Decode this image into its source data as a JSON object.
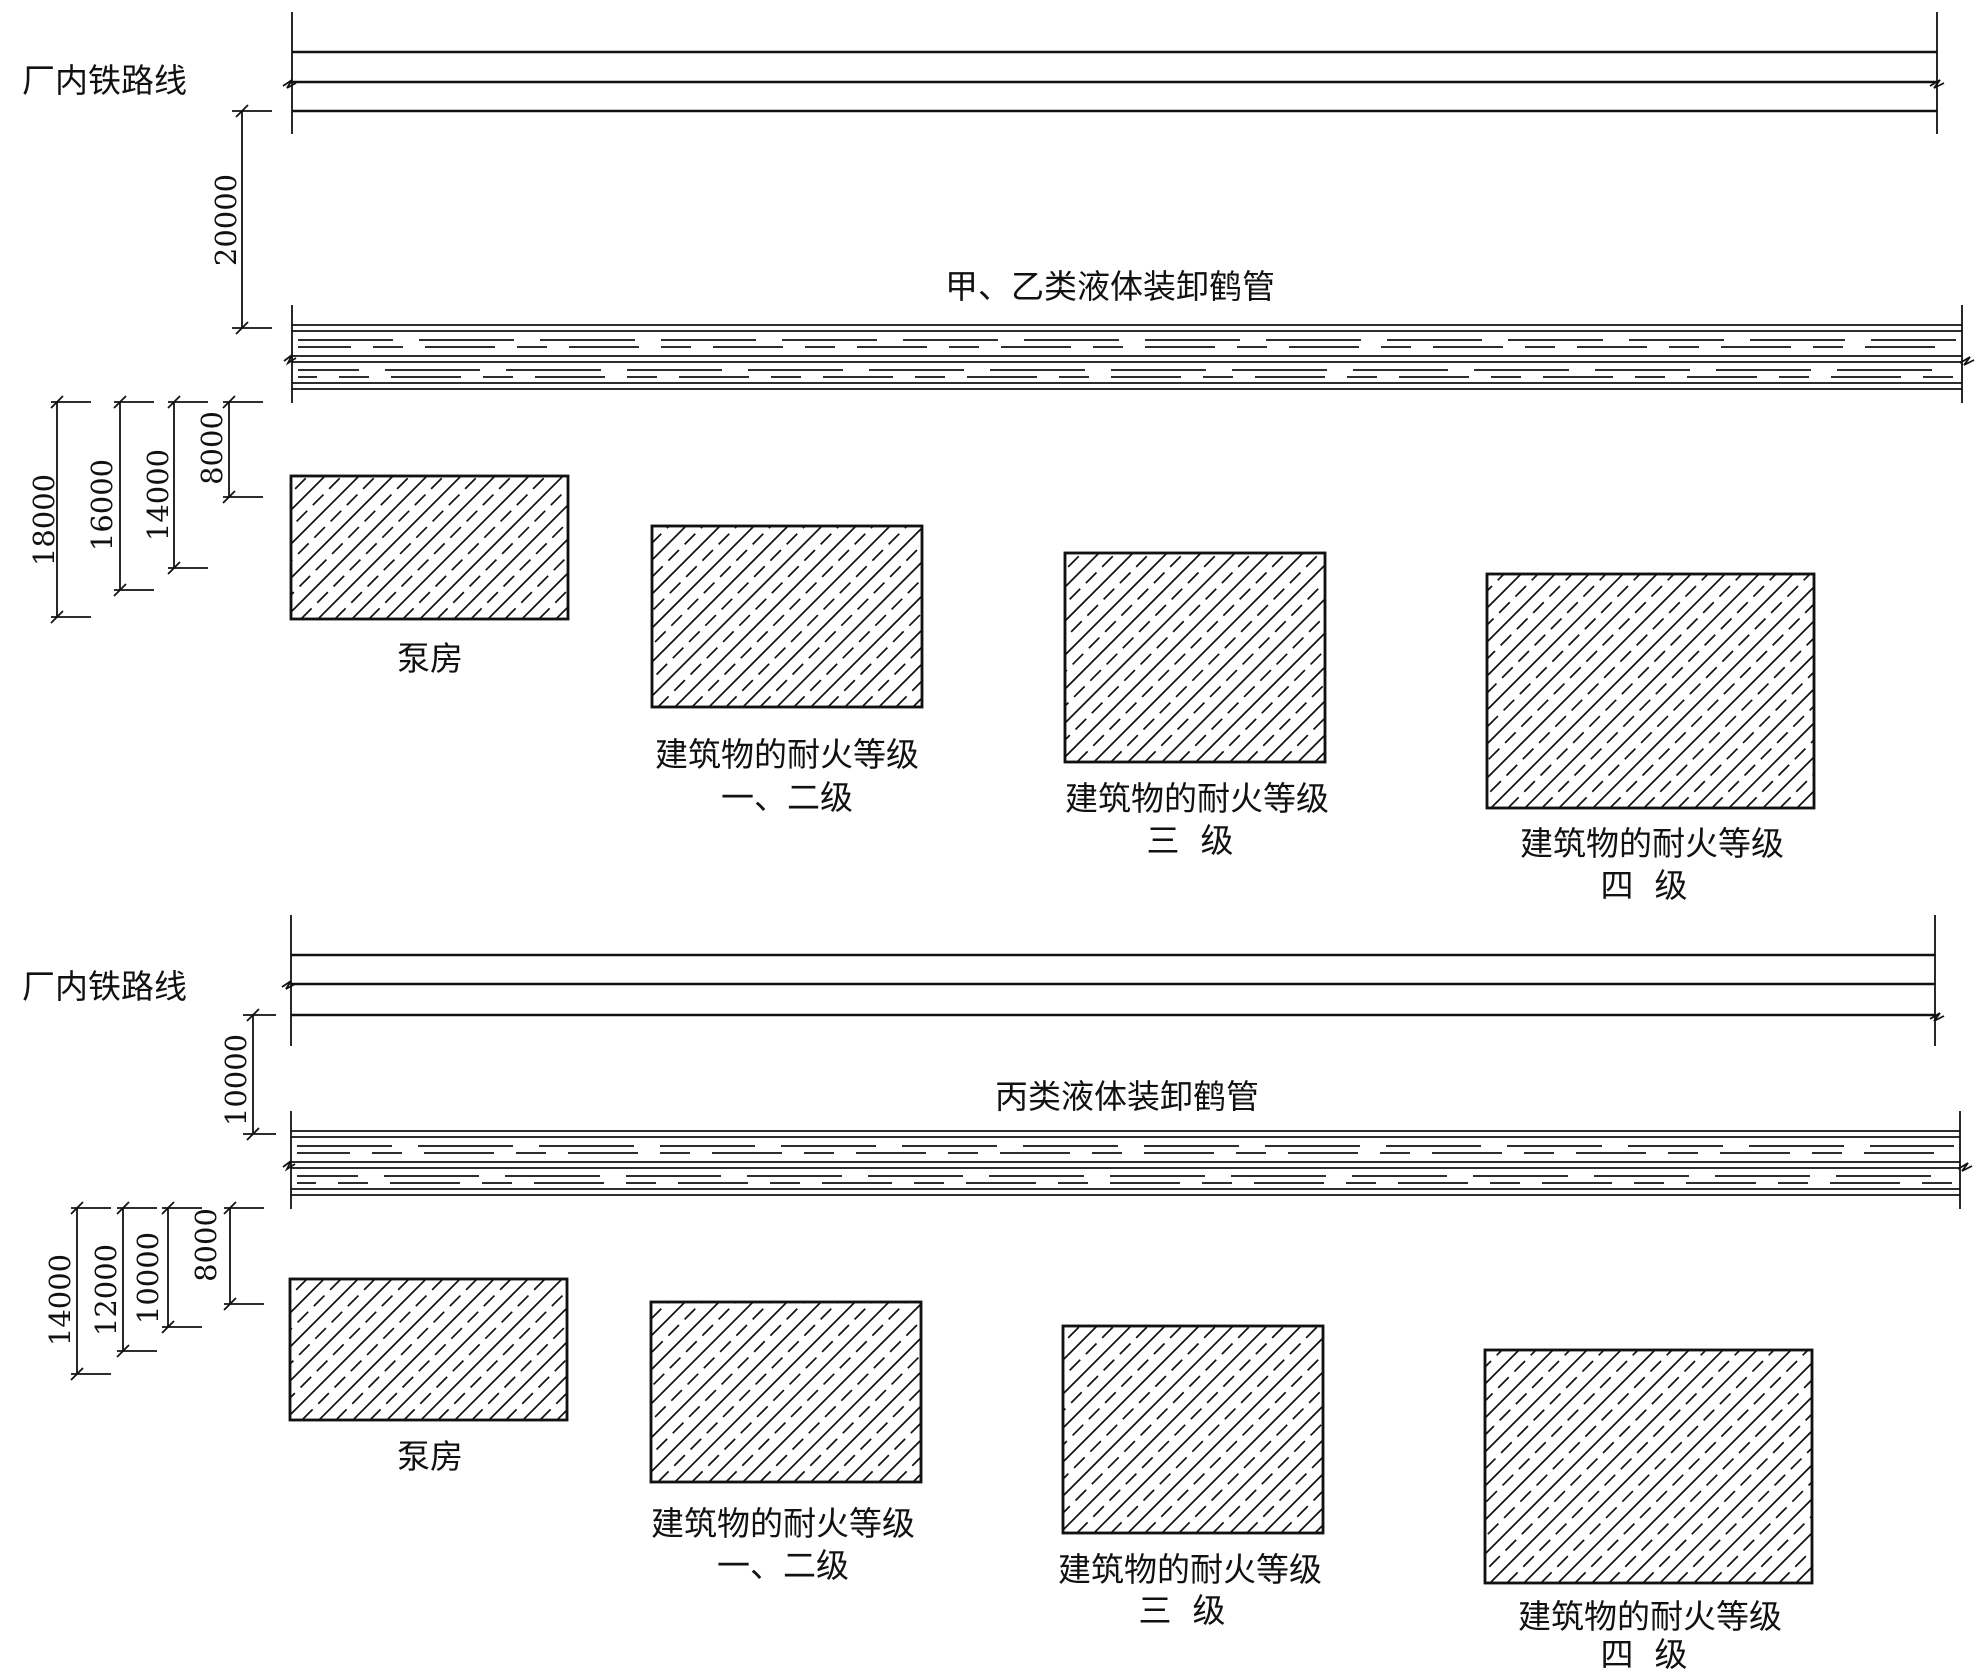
{
  "diagram": {
    "railway_label": "厂内铁路线",
    "pump_house_label": "泵房",
    "building_grade_label": "建筑物的耐火等级",
    "panel_top": {
      "crane_label": "甲、乙类液体装卸鹤管",
      "rail_distance": "20000",
      "grades": [
        "一、二级",
        "三  级",
        "四  级"
      ],
      "distances": [
        "18000",
        "16000",
        "14000",
        "8000"
      ]
    },
    "panel_bottom": {
      "crane_label": "丙类液体装卸鹤管",
      "rail_distance": "10000",
      "grades": [
        "一、二级",
        "三  级",
        "四  级"
      ],
      "distances": [
        "14000",
        "12000",
        "10000",
        "8000"
      ]
    }
  }
}
